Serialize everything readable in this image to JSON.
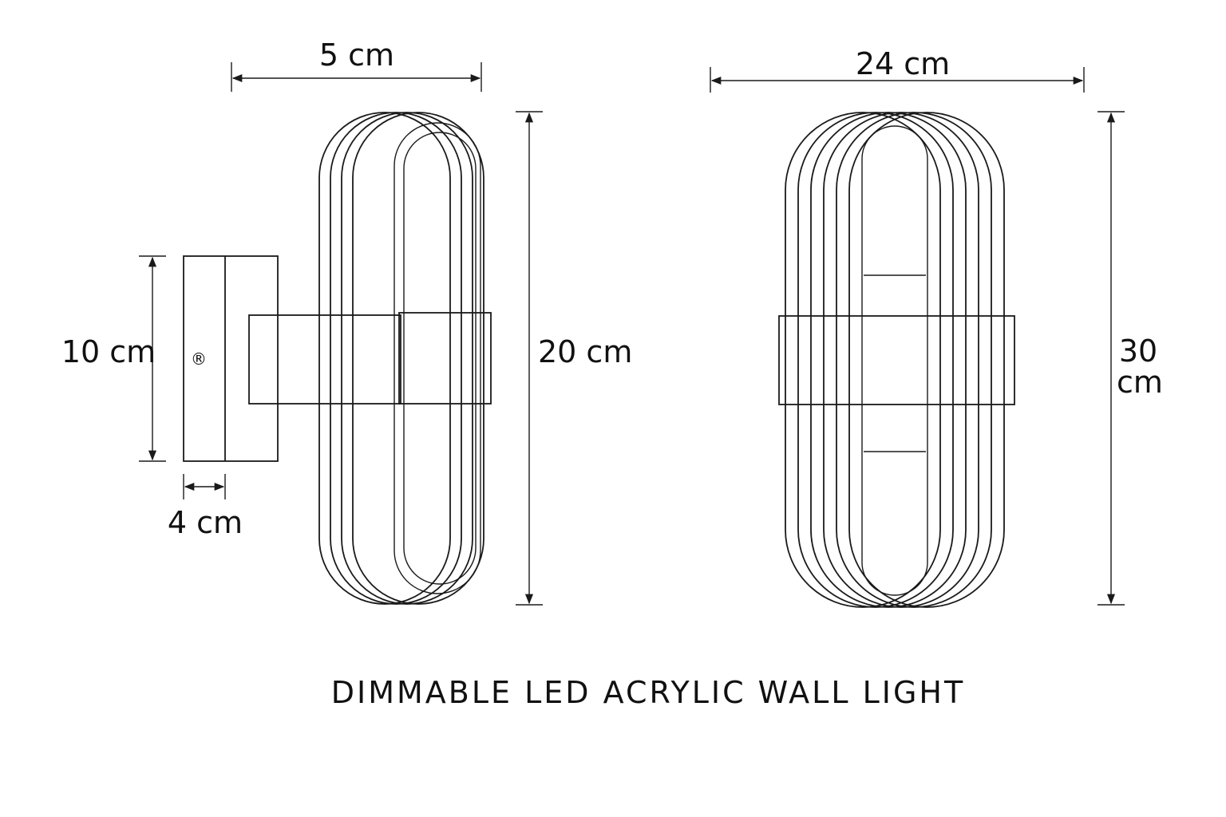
{
  "title": "DIMMABLE LED ACRYLIC WALL LIGHT",
  "side_view": {
    "depth_label": "5 cm",
    "height_label": "20 cm",
    "plate_height_label": "10 cm",
    "plate_depth_label": "4 cm",
    "registered_mark": "®"
  },
  "front_view": {
    "width_label": "24 cm",
    "height_label_line1": "30",
    "height_label_line2": "cm"
  }
}
